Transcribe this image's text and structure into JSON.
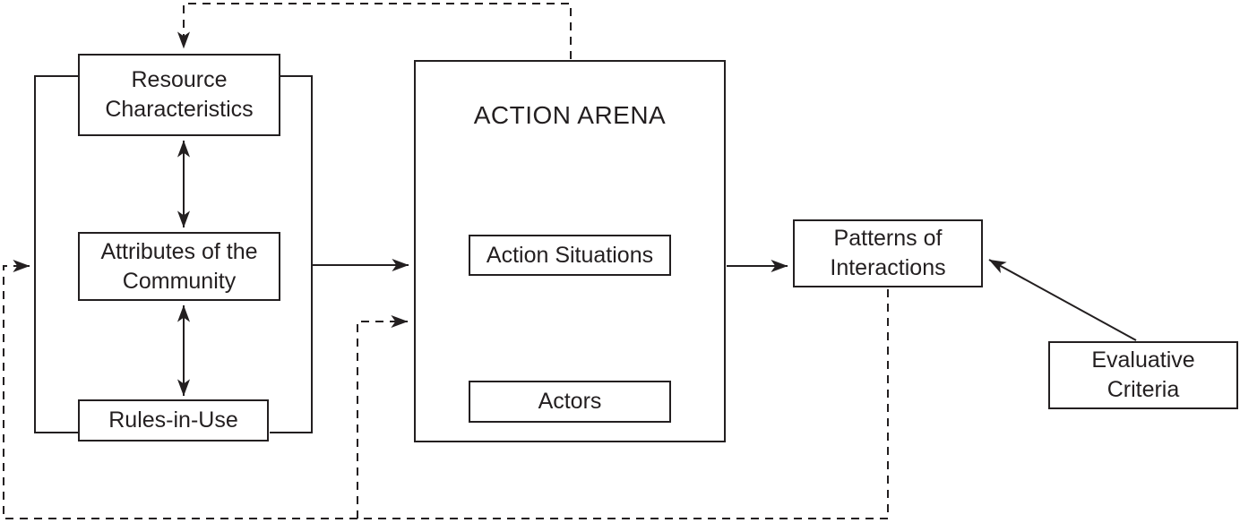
{
  "colors": {
    "line": "#231f20",
    "background": "#ffffff",
    "box_fill": "#ffffff"
  },
  "diagram": {
    "nodes": {
      "resource_characteristics": {
        "lines": [
          "Resource",
          "Characteristics"
        ]
      },
      "attributes_community": {
        "lines": [
          "Attributes of the",
          "Community"
        ]
      },
      "rules_in_use": {
        "lines": [
          "Rules-in-Use"
        ]
      },
      "action_arena": {
        "title": "ACTION ARENA"
      },
      "action_situations": {
        "lines": [
          "Action Situations"
        ]
      },
      "actors": {
        "lines": [
          "Actors"
        ]
      },
      "patterns_of_interactions": {
        "lines": [
          "Patterns of",
          "Interactions"
        ]
      },
      "evaluative_criteria": {
        "lines": [
          "Evaluative",
          "Criteria"
        ]
      }
    },
    "edges": [
      {
        "from": "resource_characteristics",
        "to": "attributes_community",
        "style": "solid",
        "arrows": "both"
      },
      {
        "from": "attributes_community",
        "to": "rules_in_use",
        "style": "solid",
        "arrows": "both"
      },
      {
        "from": "exogenous_group",
        "to": "action_arena",
        "style": "solid",
        "arrows": "end"
      },
      {
        "from": "action_arena",
        "to": "patterns_of_interactions",
        "style": "solid",
        "arrows": "end"
      },
      {
        "from": "evaluative_criteria",
        "to": "patterns_of_interactions",
        "style": "solid",
        "arrows": "end"
      },
      {
        "from": "action_arena",
        "to": "resource_characteristics",
        "style": "dashed",
        "arrows": "end"
      },
      {
        "from": "patterns_of_interactions",
        "to": "exogenous_group",
        "style": "dashed",
        "arrows": "end"
      },
      {
        "from": "patterns_of_interactions",
        "to": "action_arena",
        "style": "dashed",
        "arrows": "end"
      }
    ]
  }
}
